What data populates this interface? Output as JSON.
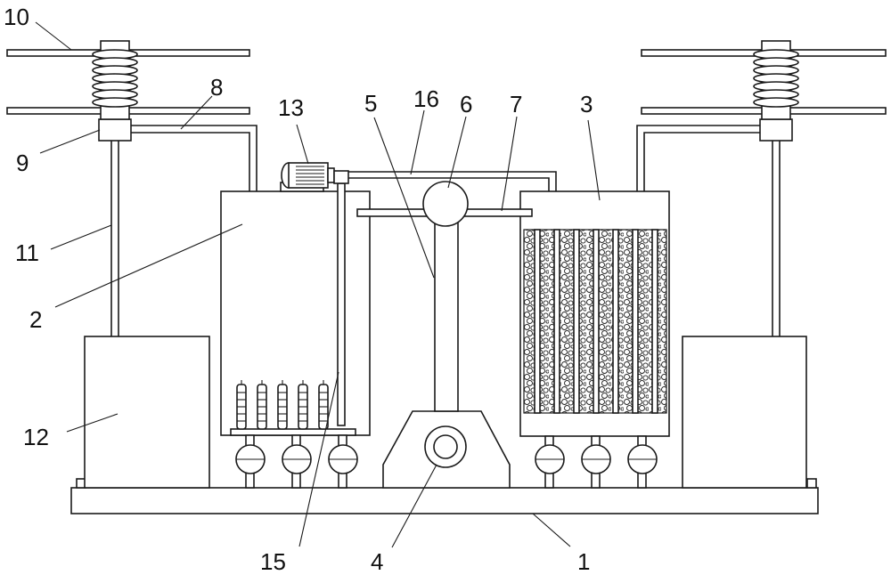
{
  "labels": {
    "l1": "1",
    "l2": "2",
    "l3": "3",
    "l4": "4",
    "l5": "5",
    "l6": "6",
    "l7": "7",
    "l8": "8",
    "l9": "9",
    "l10": "10",
    "l11": "11",
    "l12": "12",
    "l13": "13",
    "l15": "15",
    "l16": "16"
  }
}
